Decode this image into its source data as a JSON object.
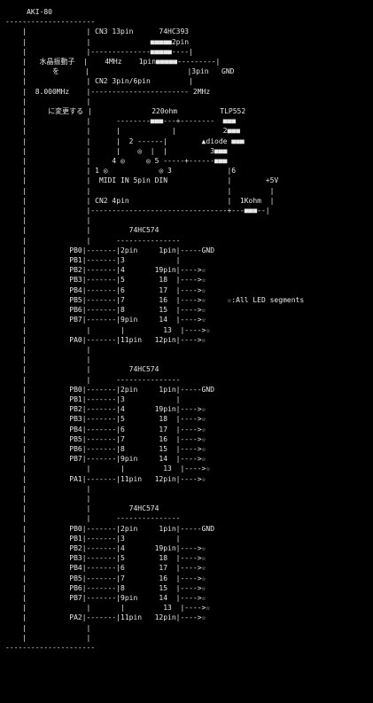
{
  "diagram": {
    "title": "AKI-80",
    "lines": [
      "     AKI-80",
      "---------------------",
      "    |              | CN3 13pin      74HC393",
      "    |              |              ■■■■■2pin",
      "    |              |--------------■■■■■----|",
      "    |   水晶振動子  |    4MHz    1pin■■■■■---------|",
      "    |      を      |                       |3pin   GND",
      "    |              | CN2 3pin/6pin         |",
      "    |  8.000MHz    |----------------------- 2MHz",
      "    |              |",
      "    |     に変更する |              220ohm          TLP552",
      "    |              |      --------■■■---+--------  ■■■",
      "    |              |      |            |           2■■■",
      "    |              |      |  2 ------|        ▲diode ■■■",
      "    |              |      |    ◎  |  |          3■■■",
      "    |              |     4 ◎     ◎ 5 -----+------■■■",
      "    |              | 1 ◎            ◎ 3             |6",
      "    |              |  MIDI IN 5pin DIN              |        +5V",
      "    |              |                                |         |",
      "    |              | CN2 4pin                       |  1Kohm  |",
      "    |              |--------------------------------+---■■■--|",
      "    |              |",
      "    |              |         74HC574",
      "    |              |      ---------------",
      "    |          PB0|-------|2pin     1pin|-----GND",
      "    |          PB1|-------|3            |",
      "    |          PB2|-------|4       19pin|---->☆",
      "    |          PB3|-------|5        18  |---->☆",
      "    |          PB4|-------|6        17  |---->☆",
      "    |          PB5|-------|7        16  |---->☆     ☆:All LED segments",
      "    |          PB6|-------|8        15  |---->☆",
      "    |          PB7|-------|9pin     14  |---->☆",
      "    |              |       |         13  |---->☆",
      "    |          PA0|-------|11pin   12pin|---->☆",
      "    |              |",
      "    |              |",
      "    |              |         74HC574",
      "    |              |      ---------------",
      "    |          PB0|-------|2pin     1pin|-----GND",
      "    |          PB1|-------|3            |",
      "    |          PB2|-------|4       19pin|---->☆",
      "    |          PB3|-------|5        18  |---->☆",
      "    |          PB4|-------|6        17  |---->☆",
      "    |          PB5|-------|7        16  |---->☆",
      "    |          PB6|-------|8        15  |---->☆",
      "    |          PB7|-------|9pin     14  |---->☆",
      "    |              |       |         13  |---->☆",
      "    |          PA1|-------|11pin   12pin|---->☆",
      "    |              |",
      "    |              |",
      "    |              |         74HC574",
      "    |              |      ---------------",
      "    |          PB0|-------|2pin     1pin|-----GND",
      "    |          PB1|-------|3            |",
      "    |          PB2|-------|4       19pin|---->☆",
      "    |          PB3|-------|5        18  |---->☆",
      "    |          PB4|-------|6        17  |---->☆",
      "    |          PB5|-------|7        16  |---->☆",
      "    |          PB6|-------|8        15  |---->☆",
      "    |          PB7|-------|9pin     14  |---->☆",
      "    |              |       |         13  |---->☆",
      "    |          PA2|-------|11pin   12pin|---->☆",
      "    |              |",
      "    |              |",
      "---------------------"
    ]
  }
}
